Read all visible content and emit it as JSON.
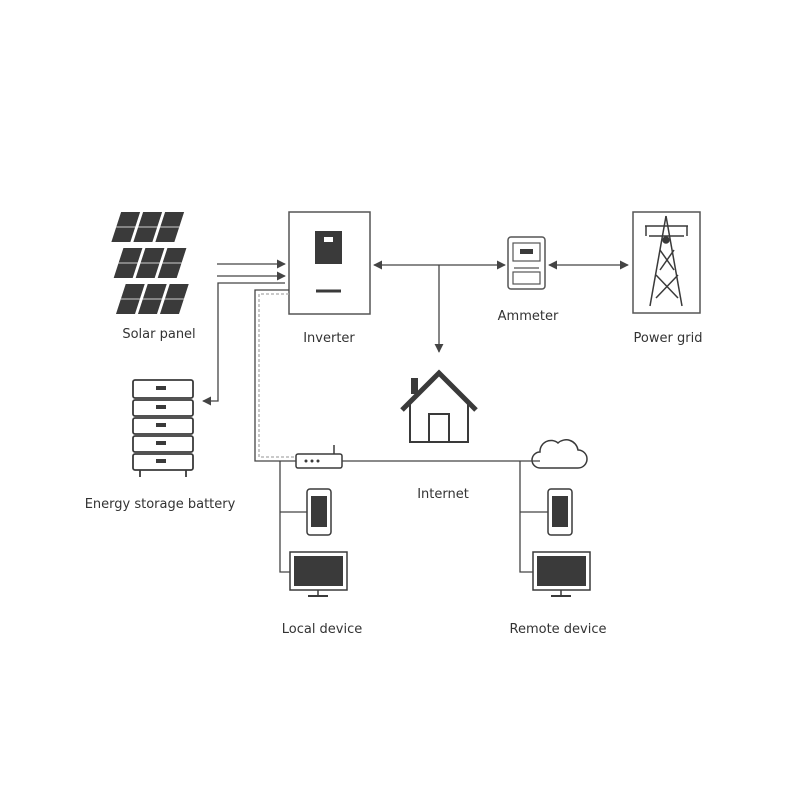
{
  "labels": {
    "solar_panel": "Solar panel",
    "inverter": "Inverter",
    "ammeter": "Ammeter",
    "power_grid": "Power grid",
    "battery": "Energy storage battery",
    "internet": "Internet",
    "local_device": "Local device",
    "remote_device": "Remote device"
  },
  "colors": {
    "line": "#444444",
    "icon_dark": "#3a3a3a",
    "outline": "#555555",
    "dashed": "#aaaaaa"
  },
  "icons": [
    "solar-panel-icon",
    "inverter-icon",
    "ammeter-icon",
    "power-grid-tower-icon",
    "battery-stack-icon",
    "house-icon",
    "router-icon",
    "cloud-icon",
    "smartphone-icon",
    "monitor-icon"
  ]
}
